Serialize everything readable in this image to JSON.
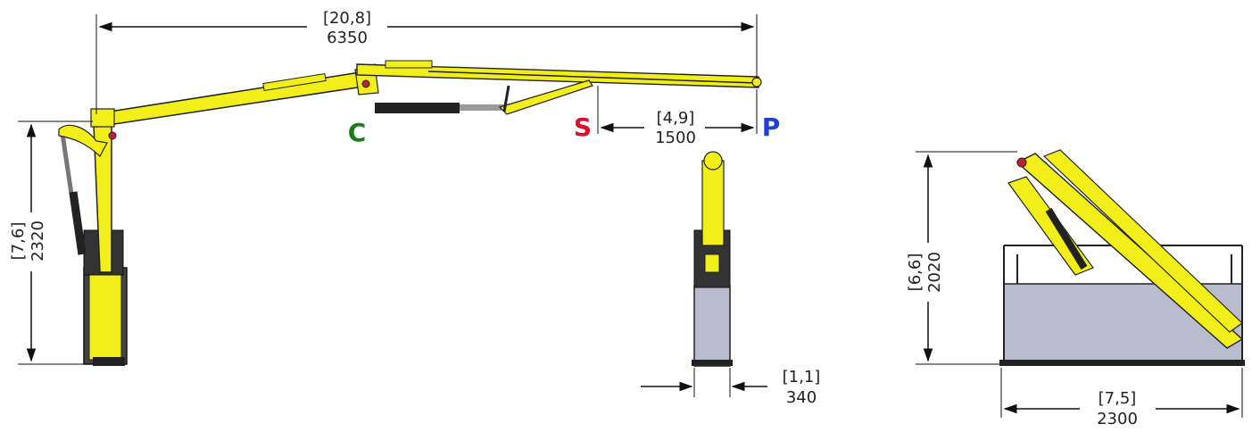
{
  "dimensions": {
    "reach": {
      "feet": "[20,8]",
      "mm": "6350"
    },
    "extension": {
      "feet": "[4,9]",
      "mm": "1500"
    },
    "height_side": {
      "feet": "[7,6]",
      "mm": "2320"
    },
    "width_front": {
      "feet": "[1,1]",
      "mm": "340"
    },
    "height_stowed": {
      "feet": "[6,6]",
      "mm": "2020"
    },
    "length_stowed": {
      "feet": "[7,5]",
      "mm": "2300"
    }
  },
  "markers": {
    "c": {
      "label": "C",
      "color": "#1b7a1b"
    },
    "s": {
      "label": "S",
      "color": "#e0102a"
    },
    "p": {
      "label": "P",
      "color": "#1f3fd6"
    }
  },
  "colors": {
    "boom_yellow": "#f2ee1a",
    "frame_dark": "#2a2a2a",
    "body_grey": "#b8bccc"
  }
}
